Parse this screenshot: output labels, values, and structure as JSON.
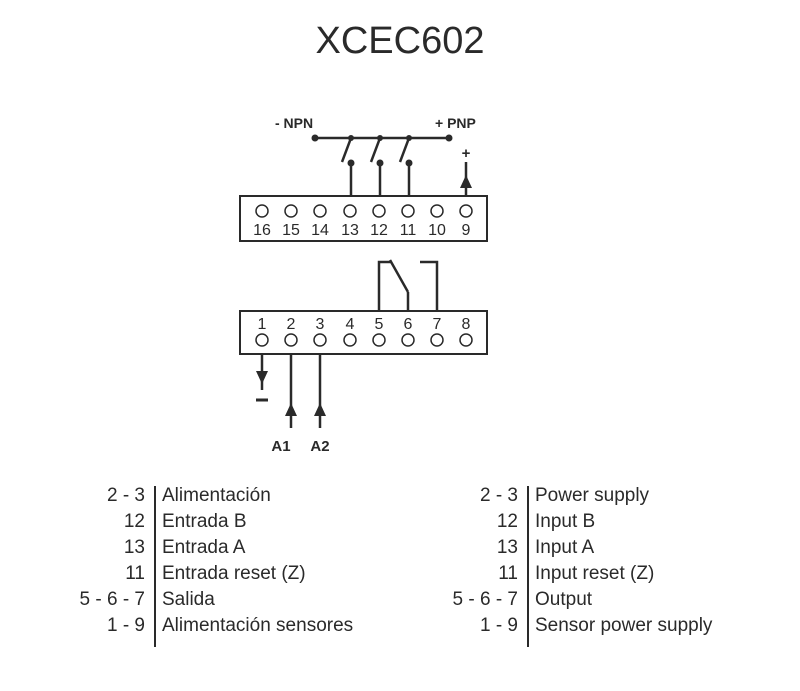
{
  "title": "XCEC602",
  "top_connector": {
    "npn_label": "- NPN",
    "pnp_label": "+ PNP",
    "plus_label": "+",
    "terminals": [
      "16",
      "15",
      "14",
      "13",
      "12",
      "11",
      "10",
      "9"
    ]
  },
  "bottom_connector": {
    "terminals": [
      "1",
      "2",
      "3",
      "4",
      "5",
      "6",
      "7",
      "8"
    ],
    "minus_label": "-",
    "a1_label": "A1",
    "a2_label": "A2"
  },
  "legend_es": [
    {
      "terminals": "2 - 3",
      "description": "Alimentación"
    },
    {
      "terminals": "12",
      "description": "Entrada B"
    },
    {
      "terminals": "13",
      "description": "Entrada A"
    },
    {
      "terminals": "11",
      "description": "Entrada reset (Z)"
    },
    {
      "terminals": "5 - 6 - 7",
      "description": "Salida"
    },
    {
      "terminals": "1 - 9",
      "description": "Alimentación sensores"
    }
  ],
  "legend_en": [
    {
      "terminals": "2 - 3",
      "description": "Power supply"
    },
    {
      "terminals": "12",
      "description": "Input B"
    },
    {
      "terminals": "13",
      "description": "Input A"
    },
    {
      "terminals": "11",
      "description": "Input reset (Z)"
    },
    {
      "terminals": "5 - 6 - 7",
      "description": "Output"
    },
    {
      "terminals": "1 - 9",
      "description": "Sensor power supply"
    }
  ],
  "colors": {
    "ink": "#2a2a2a",
    "background": "#ffffff"
  }
}
